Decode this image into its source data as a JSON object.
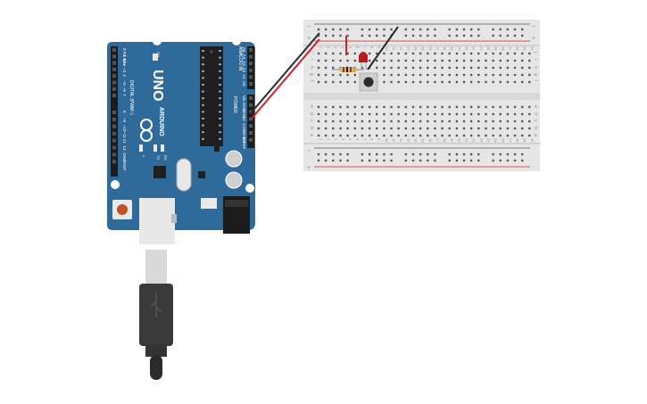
{
  "arduino": {
    "model": "UNO",
    "brand": "ARDUINO",
    "digital_label": "DIGITAL (PWM~)",
    "analog_label": "ANALOG IN",
    "power_label": "POWER",
    "on_label": "ON",
    "l_label": "L",
    "tx_label": "TX",
    "rx_label": "RX",
    "digital_pins": [
      "0 RX◄",
      "1 TX►",
      "2",
      "~3",
      "4",
      "~5",
      "~6",
      "7",
      "8",
      "~9",
      "~10",
      "~11",
      "12",
      "13",
      "GND",
      "AREF"
    ],
    "analog_pins": [
      "A5",
      "A4",
      "A3",
      "A2",
      "A1",
      "A0"
    ],
    "power_pins": [
      "Vin",
      "GND",
      "GND",
      "5V",
      "3.3V",
      "RESET",
      "IOREF"
    ]
  },
  "breadboard": {
    "row_letters_top": [
      "j",
      "i",
      "h",
      "g",
      "f"
    ],
    "row_letters_bottom": [
      "e",
      "d",
      "c",
      "b",
      "a"
    ],
    "column_numbers": [
      "1",
      "2",
      "3",
      "4",
      "5",
      "6",
      "7",
      "8",
      "9",
      "10",
      "11",
      "12",
      "13",
      "14",
      "15",
      "16",
      "17",
      "18",
      "19",
      "20",
      "21",
      "22",
      "23",
      "24",
      "25",
      "26",
      "27",
      "28",
      "29",
      "30"
    ],
    "rail_minus": "−",
    "rail_plus": "+"
  },
  "colors": {
    "board": "#2f6b9a",
    "wire_red": "#d0202a",
    "wire_black": "#2b2b2b",
    "breadboard": "#e6e6e6"
  }
}
